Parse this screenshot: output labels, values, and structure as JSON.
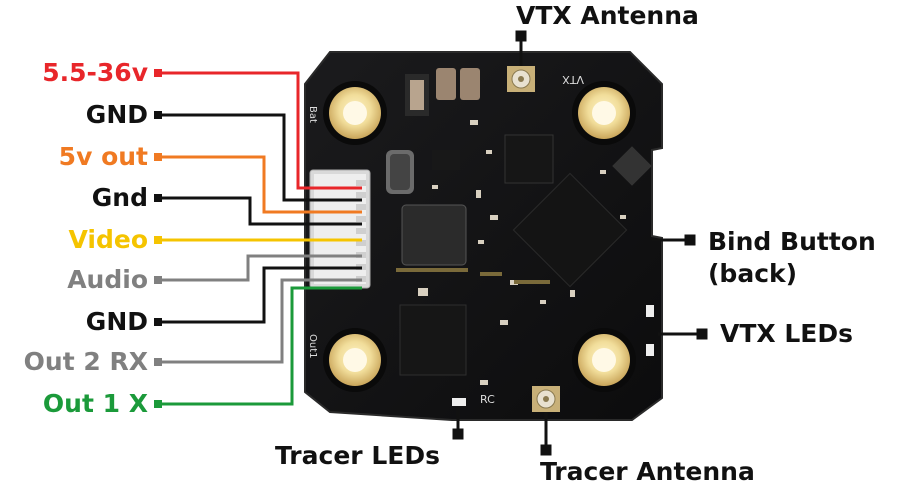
{
  "pin_labels": [
    {
      "id": "v5536",
      "text": "5.5-36v",
      "color": "#e8262a"
    },
    {
      "id": "gnd1",
      "text": "GND",
      "color": "#111111"
    },
    {
      "id": "v5out",
      "text": "5v out",
      "color": "#f07a22"
    },
    {
      "id": "gnd2",
      "text": "Gnd",
      "color": "#111111"
    },
    {
      "id": "video",
      "text": "Video",
      "color": "#f5c400"
    },
    {
      "id": "audio",
      "text": "Audio",
      "color": "#808080"
    },
    {
      "id": "gnd3",
      "text": "GND",
      "color": "#111111"
    },
    {
      "id": "out2rx",
      "text": "Out 2 RX",
      "color": "#808080"
    },
    {
      "id": "out1x",
      "text": "Out 1 X",
      "color": "#1b9a3a"
    }
  ],
  "callouts": {
    "vtx_antenna": "VTX Antenna",
    "bind_button_line1": "Bind Button",
    "bind_button_line2": "(back)",
    "vtx_leds": "VTX LEDs",
    "tracer_leds": "Tracer LEDs",
    "tracer_antenna": "Tracer Antenna"
  },
  "silkscreen": {
    "vtx": "VTX",
    "bat": "Bat",
    "out1": "Out1",
    "rc": "RC"
  }
}
